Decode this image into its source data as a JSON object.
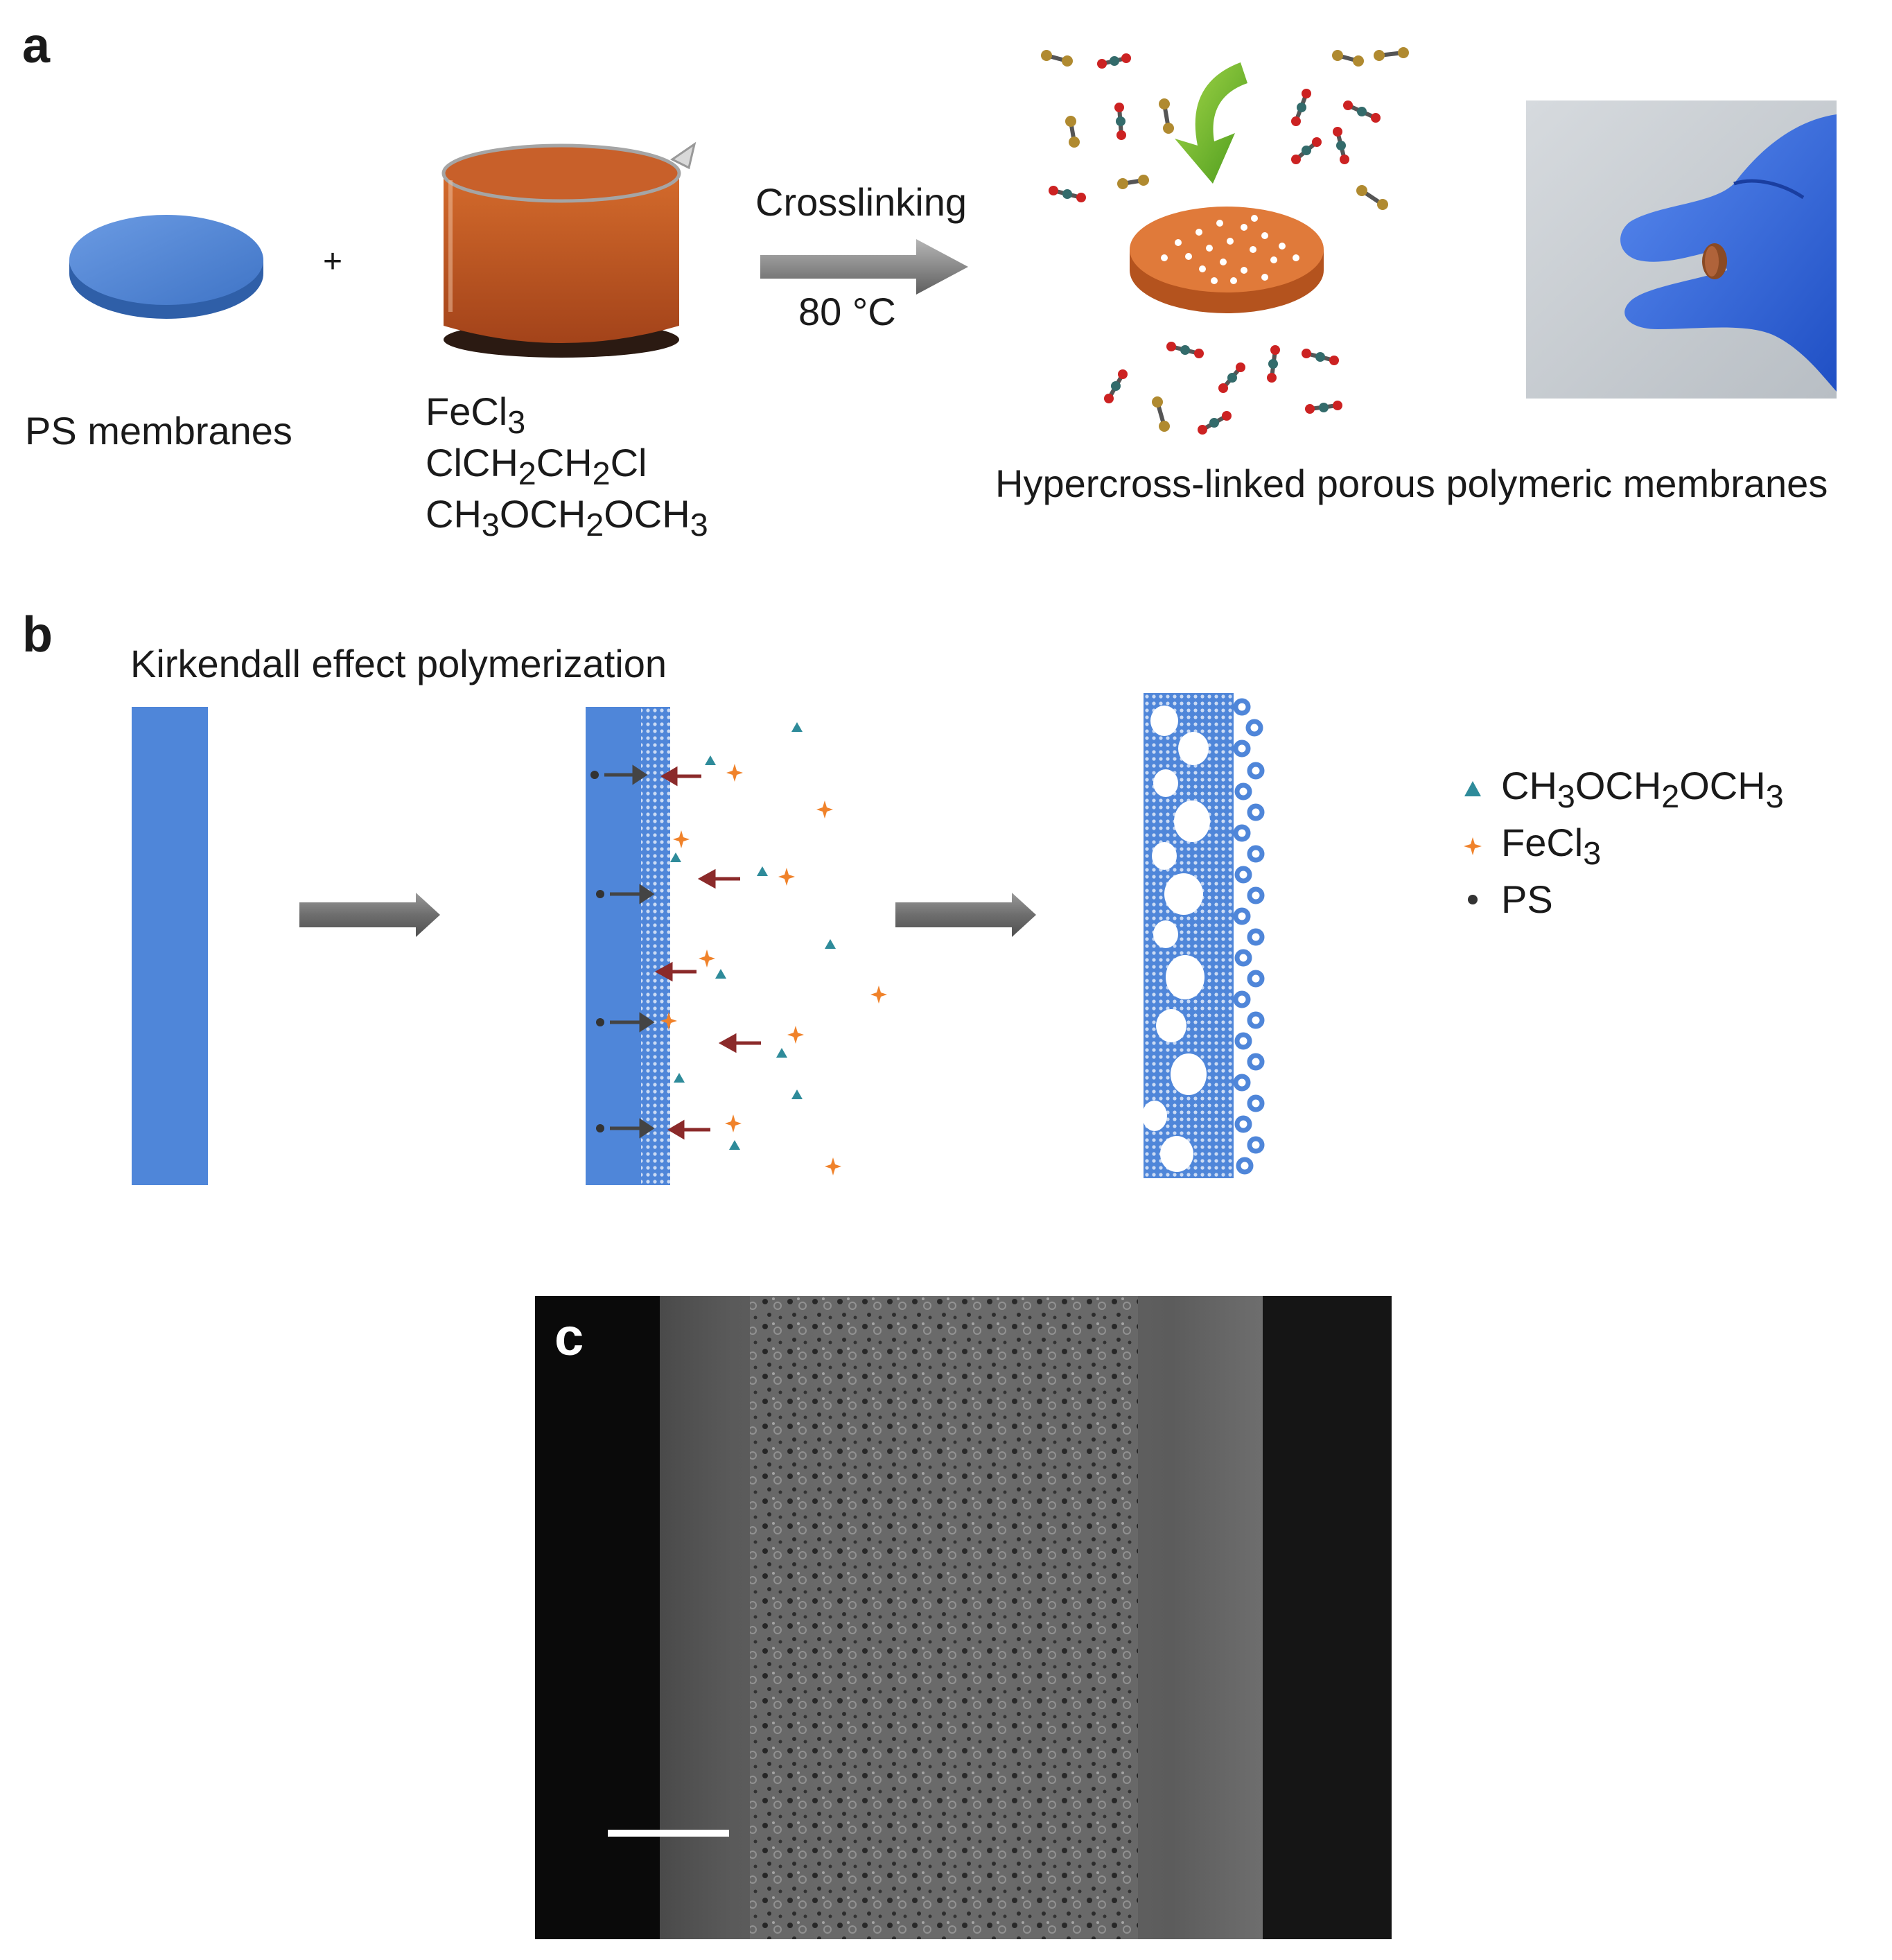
{
  "panels": {
    "a": {
      "letter": "a",
      "membrane_label": "PS membranes",
      "plus": "+",
      "reagents": [
        "FeCl3",
        "ClCH2CH2Cl",
        "CH3OCH2OCH3"
      ],
      "arrow_top": "Crosslinking",
      "arrow_bottom": "80 °C",
      "product_label": "Hypercross-linked porous polymeric membranes"
    },
    "b": {
      "letter": "b",
      "title": "Kirkendall effect polymerization",
      "legend": [
        {
          "label": "CH3OCH2OCH3",
          "symbol": "triangle",
          "color": "#2e8b9a"
        },
        {
          "label": "FeCl3",
          "symbol": "plus",
          "color": "#f0822a"
        },
        {
          "label": "PS",
          "symbol": "dot",
          "color": "#333333"
        }
      ]
    },
    "c": {
      "letter": "c",
      "scale_bar": true
    }
  },
  "colors": {
    "membrane_blue": "#4f86d9",
    "solution_orange": "#c65a22",
    "arrow_grey": "#7a7a7a",
    "arrow_red": "#8b2a2a",
    "green_arrow": "#7cc12a"
  }
}
